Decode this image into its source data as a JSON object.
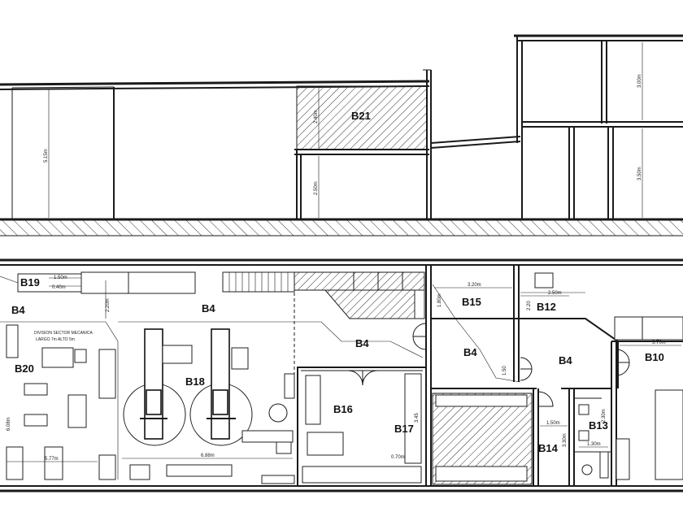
{
  "rooms": {
    "b21": "B21",
    "b19": "B19",
    "b4_left": "B4",
    "b4_center": "B4",
    "b4_mid": "B4",
    "b4_b15": "B4",
    "b4_right": "B4",
    "b20": "B20",
    "b18": "B18",
    "b16": "B16",
    "b17": "B17",
    "b15": "B15",
    "b12": "B12",
    "b10": "B10",
    "b13": "B13",
    "b14": "B14"
  },
  "dimensions": {
    "section_h1": "5.15m",
    "section_h2": "2.50m",
    "section_h3": "2.40m",
    "section_h4": "3.00m",
    "section_h5": "3.50m",
    "b19_w": "1.50m",
    "b19_h": "0.40m",
    "b4_h": "2.20m",
    "b20_w": "5.77m",
    "b20_h": "6.08m",
    "b18_w": "6.88m",
    "b17_h": "3.45",
    "b17_w": "0.70m",
    "b15_w": "3.20m",
    "b15_h": "1.80m",
    "b12_w": "2.50m",
    "b12_h": "2.20",
    "b10_w": "3.70m",
    "b4b_h": "1.50",
    "b14_w": "1.50m",
    "b14_h": "3.30m",
    "b13_w": "1.30m",
    "b13_h": "2.30m"
  },
  "notes": {
    "b20_line1": "DIVISION SECTOR MECANICA",
    "b20_line2": "LARGO 7m ALTO 5m"
  }
}
